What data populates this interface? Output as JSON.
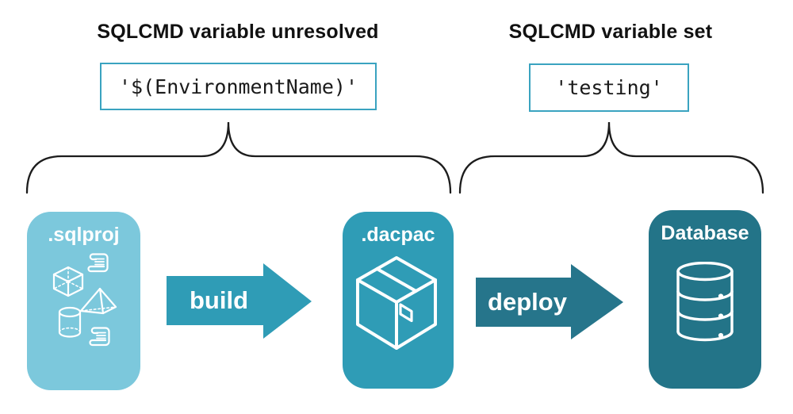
{
  "colors": {
    "background": "#ffffff",
    "light_teal": "#7cc8dc",
    "teal": "#2f9cb6",
    "dark_teal": "#237488",
    "deploy_teal": "#26758b",
    "code_box_border": "#3aa3c0",
    "brace_black": "#1c1c1c",
    "text_black": "#111111",
    "icon_white": "#ffffff"
  },
  "annotations": {
    "unresolved": {
      "title": "SQLCMD variable unresolved",
      "code": "'$(EnvironmentName)'"
    },
    "set": {
      "title": "SQLCMD variable set",
      "code": "'testing'"
    }
  },
  "pipeline": {
    "nodes": [
      {
        "id": "sqlproj",
        "label": ".sqlproj",
        "color": "#7cc8dc",
        "icon": "sql-project-objects-icon"
      },
      {
        "id": "dacpac",
        "label": ".dacpac",
        "color": "#2f9cb6",
        "icon": "package-box-icon"
      },
      {
        "id": "database",
        "label": "Database",
        "color": "#237488",
        "icon": "database-cylinder-icon"
      }
    ],
    "arrows": [
      {
        "id": "build",
        "label": "build",
        "color": "#2f9cb6"
      },
      {
        "id": "deploy",
        "label": "deploy",
        "color": "#26758b"
      }
    ]
  }
}
